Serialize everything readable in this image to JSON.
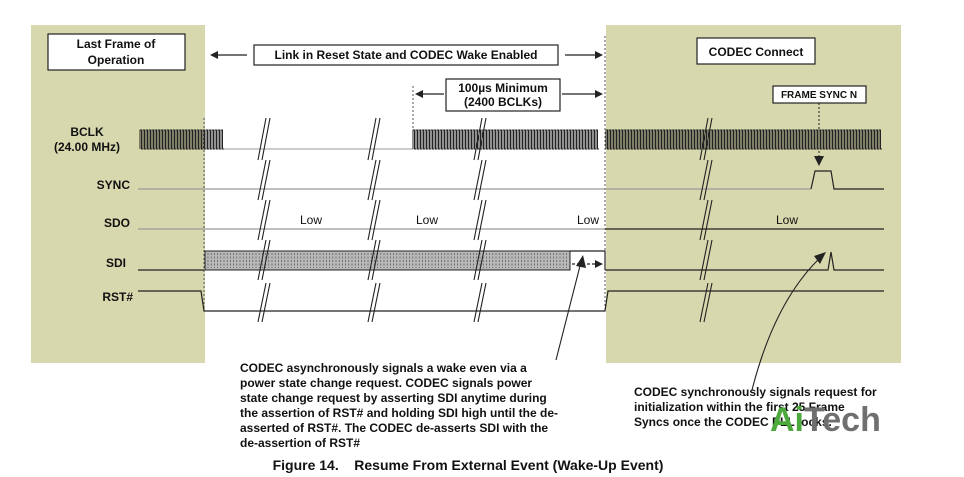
{
  "labels": {
    "last_frame": [
      "Last Frame of",
      "Operation"
    ],
    "link_reset": "Link in Reset State and CODEC Wake Enabled",
    "codec_connect": "CODEC Connect",
    "min_time": [
      "100µs Minimum",
      "(2400 BCLKs)"
    ],
    "frame_sync": "FRAME SYNC N"
  },
  "signals": {
    "bclk": [
      "BCLK",
      "(24.00 MHz)"
    ],
    "sync": "SYNC",
    "sdo": "SDO",
    "sdi": "SDI",
    "rst": "RST#"
  },
  "low_labels": [
    "Low",
    "Low",
    "Low",
    "Low"
  ],
  "notes": {
    "left": [
      "CODEC asynchronously signals a wake even via a",
      "power state change request.  CODEC signals power",
      "state change request by asserting SDI anytime during",
      "the assertion of RST# and holding SDI high until the de-",
      "asserted of RST#.  The CODEC de-asserts SDI with the",
      "de-assertion of RST#"
    ],
    "right": [
      "CODEC synchronously signals request for",
      "initialization within the first 25 Frame",
      "Syncs once the CODEC PLL locks."
    ]
  },
  "caption": "Figure 14.    Resume From External Event (Wake-Up Event)",
  "watermark": "AiTech",
  "colors": {
    "panel": "#d8d8ae",
    "trace_dark": "#222222",
    "trace_grey": "#9a9a9a",
    "watermark_green": "#4caa3c",
    "watermark_grey": "#777777"
  }
}
